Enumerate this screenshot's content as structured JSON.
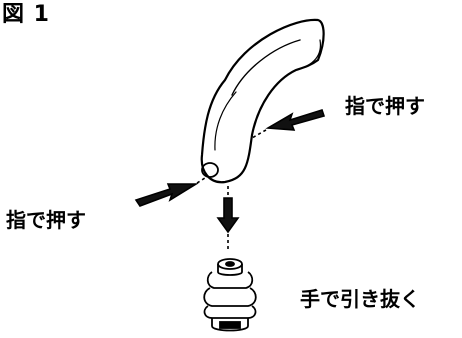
{
  "figure": {
    "title": "図 1"
  },
  "labels": {
    "press_right": "指で押す",
    "press_left": "指で押す",
    "pull": "手で引き抜く"
  }
}
